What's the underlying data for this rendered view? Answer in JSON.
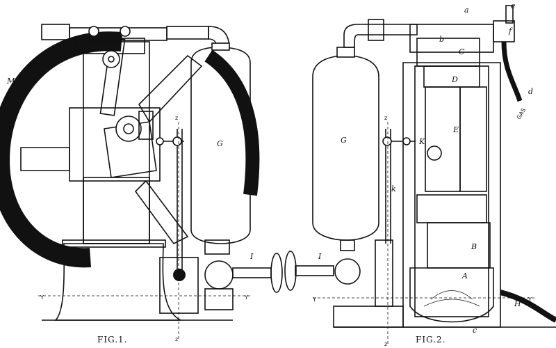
{
  "figures": [
    {
      "caption": "FIG.1."
    },
    {
      "caption": "FIG.2."
    }
  ],
  "fig1_labels": {
    "M": "M",
    "G": "G",
    "I": "I",
    "z": "z",
    "Y": "Y"
  },
  "fig2_labels": {
    "a": "a",
    "b": "b",
    "C": "C",
    "c": "c",
    "d": "d",
    "e": "e",
    "f": "f",
    "gas": "GAS",
    "D": "D",
    "E": "E",
    "G": "G",
    "K": "K",
    "k": "k",
    "B": "B",
    "A": "A",
    "H": "H",
    "I": "I",
    "z": "z",
    "Y": "Y"
  },
  "colors": {
    "ink": "#111111",
    "paper": "#ffffff"
  }
}
